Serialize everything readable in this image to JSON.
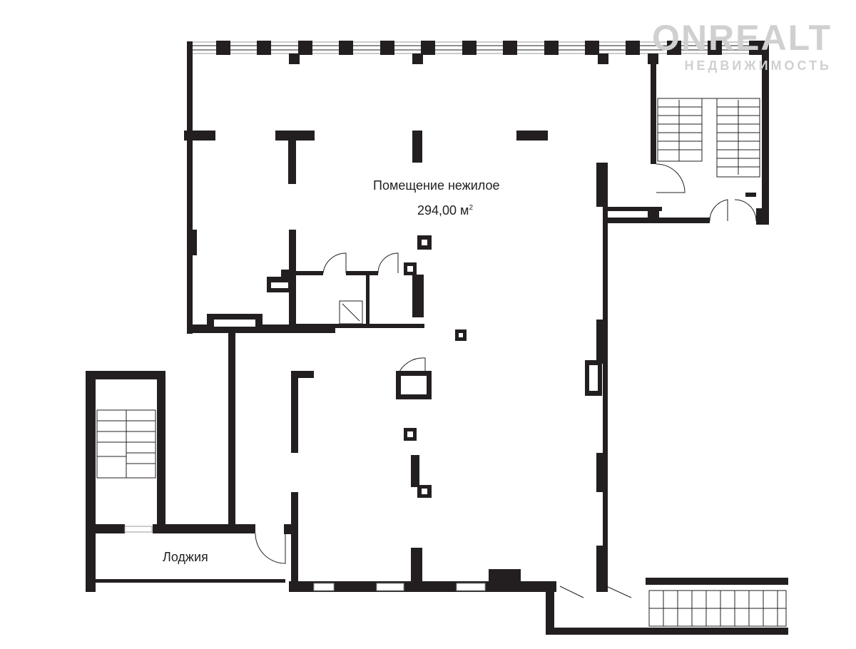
{
  "plan": {
    "room_name": "Помещение нежилое",
    "room_area": "294,00 м",
    "area_sup": "2",
    "loggia_label": "Лоджия"
  },
  "watermark": {
    "brand": "ONREALT",
    "subtitle": "НЕДВИЖИМОСТЬ"
  },
  "colors": {
    "wall": "#231f20",
    "background": "#ffffff"
  }
}
